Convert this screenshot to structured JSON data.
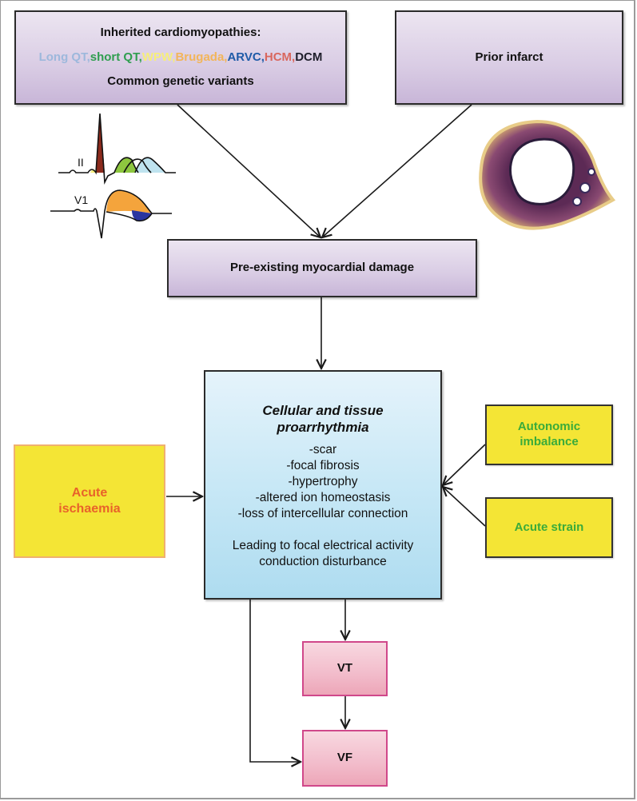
{
  "boxes": {
    "inherited": {
      "title": "Inherited cardiomyopathies:",
      "variants": [
        {
          "label": "Long QT,",
          "color": "#9db8dc"
        },
        {
          "label": "short QT,",
          "color": "#2f9e4f"
        },
        {
          "label": "WPW,",
          "color": "#f6ee7a"
        },
        {
          "label": "Brugada,",
          "color": "#f2b55a"
        },
        {
          "label": "ARVC,",
          "color": "#1f5ba8"
        },
        {
          "label": "HCM,",
          "color": "#d9675e"
        },
        {
          "label": "DCM",
          "color": "#1e1e2a"
        }
      ],
      "subtitle": "Common genetic variants"
    },
    "prior_infarct": {
      "label": "Prior infarct"
    },
    "pre_existing": {
      "label": "Pre-existing myocardial damage"
    },
    "cellular": {
      "title_line1": "Cellular and tissue",
      "title_line2": "proarrhythmia",
      "items": [
        "-scar",
        "-focal fibrosis",
        "-hypertrophy",
        "-altered ion homeostasis",
        "-loss of intercellular connection"
      ],
      "lead_line1": "Leading to focal electrical activity",
      "lead_line2": "conduction disturbance"
    },
    "acute_ischaemia": {
      "line1": "Acute",
      "line2": "ischaemia",
      "color": "#e8622a"
    },
    "autonomic": {
      "line1": "Autonomic",
      "line2": "imbalance",
      "color": "#3aab3a"
    },
    "acute_strain": {
      "label": "Acute strain",
      "color": "#3aab3a"
    },
    "vt": {
      "label": "VT"
    },
    "vf": {
      "label": "VF"
    }
  },
  "ecg": {
    "lead_ii_label": "II",
    "lead_v1_label": "V1"
  },
  "colors": {
    "purple_box": "#d9cce4",
    "blue_box": "#c8e8f6",
    "yellow_box": "#f4e535",
    "pink_box": "#f2bccb",
    "pink_border": "#d0488a",
    "arrow": "#1a1a1a"
  }
}
